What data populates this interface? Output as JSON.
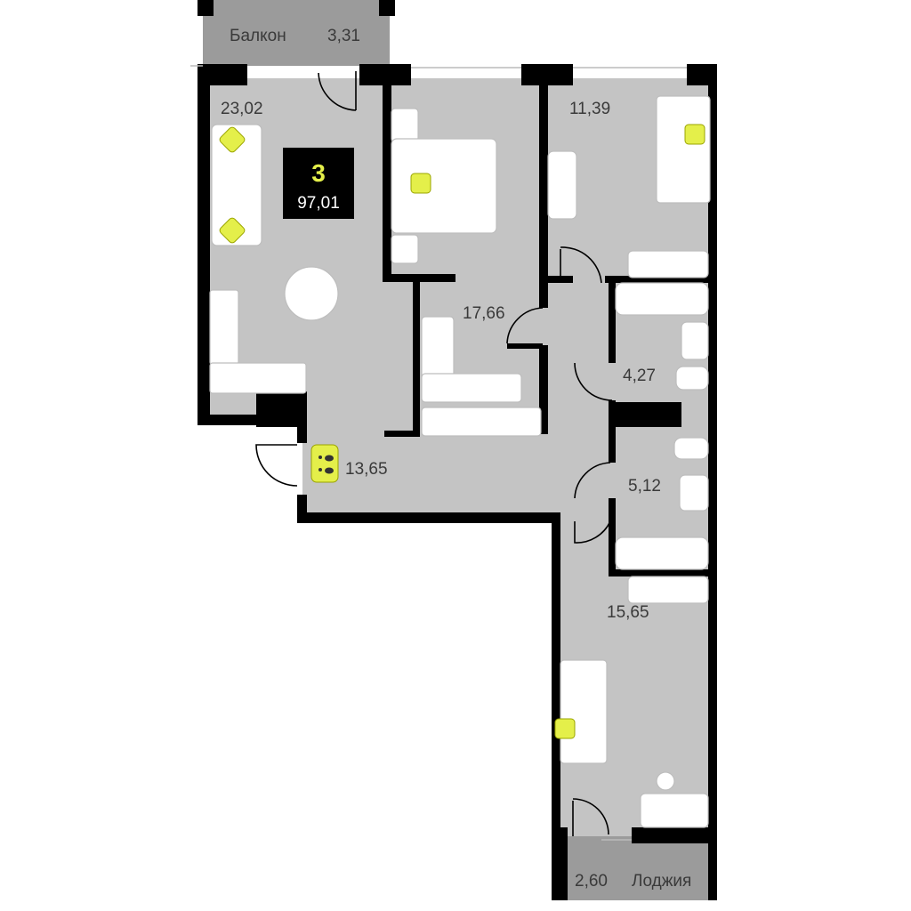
{
  "plan": {
    "rooms_count": "3",
    "total_area": "97,01",
    "colors": {
      "floor": "#c4c4c4",
      "wall": "#000000",
      "outdoor": "#9b9b9b",
      "accent": "#e4ef4a"
    },
    "rooms": {
      "balcony": {
        "name": "Балкон",
        "area": "3,31"
      },
      "living_kitchen": {
        "area": "23,02"
      },
      "bedroom_master": {
        "area": "17,66"
      },
      "bedroom_small": {
        "area": "11,39"
      },
      "bathroom_1": {
        "area": "4,27"
      },
      "bathroom_2": {
        "area": "5,12"
      },
      "hallway": {
        "area": "13,65"
      },
      "bedroom_south": {
        "area": "15,65"
      },
      "loggia": {
        "name": "Лоджия",
        "area": "2,60"
      }
    }
  }
}
